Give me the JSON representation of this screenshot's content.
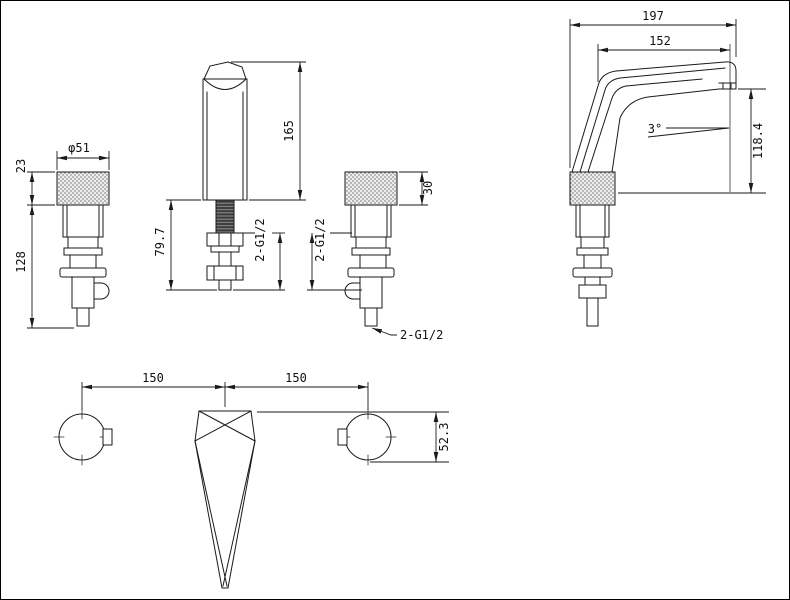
{
  "drawing": {
    "background": "#ffffff",
    "line_color": "#1a1a1a",
    "views": {
      "handle_front": {
        "dims": {
          "diameter": "φ51",
          "cap_height": "23",
          "body_height": "128"
        }
      },
      "spout_front": {
        "dims": {
          "height_above_deck": "165",
          "height_below_deck": "79.7",
          "inlet_thread": "2-G1/2"
        }
      },
      "handle_side": {
        "dims": {
          "cap_height": "30",
          "inlet_thread": "2-G1/2",
          "bottom_thread": "2-G1/2"
        }
      },
      "spout_side": {
        "dims": {
          "overall_depth": "197",
          "spout_reach": "152",
          "spout_angle": "3°",
          "outlet_height": "118.4"
        }
      },
      "plan": {
        "dims": {
          "left_hole_spacing": "150",
          "right_hole_spacing": "150",
          "spout_plan_width": "52.3"
        }
      }
    }
  }
}
